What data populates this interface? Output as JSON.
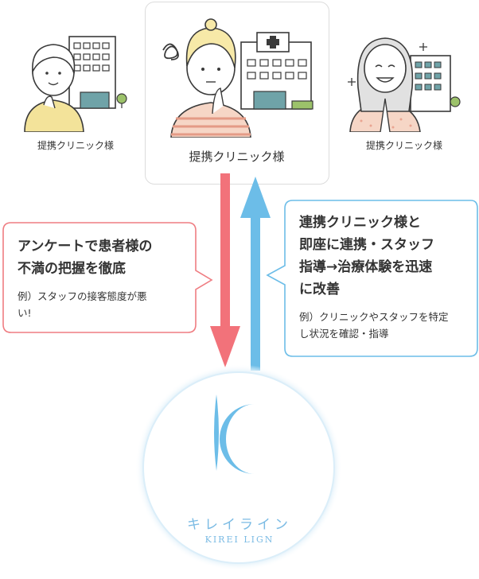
{
  "clinics": {
    "left_label": "提携クリニック様",
    "center_label": "提携クリニック様",
    "right_label": "提携クリニック様"
  },
  "left_bubble": {
    "title_line1": "アンケートで患者様の",
    "title_line2": "不満の把握を徹底",
    "note_line1": "例）スタッフの接客態度が悪",
    "note_line2": "い!"
  },
  "right_bubble": {
    "title_line1": "連携クリニック様と",
    "title_line2": "即座に連携・スタッフ",
    "title_line3": "指導→治療体験を迅速",
    "title_line4": "に改善",
    "note_line1": "例）クリニックやスタッフを特定",
    "note_line2": "し状況を確認・指導"
  },
  "brand": {
    "name_kana": "キレイライン",
    "name_roman": "KIREI LIGN"
  },
  "colors": {
    "arrow_down": "#f2727a",
    "arrow_up": "#6cbde8",
    "left_bubble_border": "#ef7d82",
    "right_bubble_border": "#6cbde8",
    "brand_blue": "#7bbbe4"
  }
}
